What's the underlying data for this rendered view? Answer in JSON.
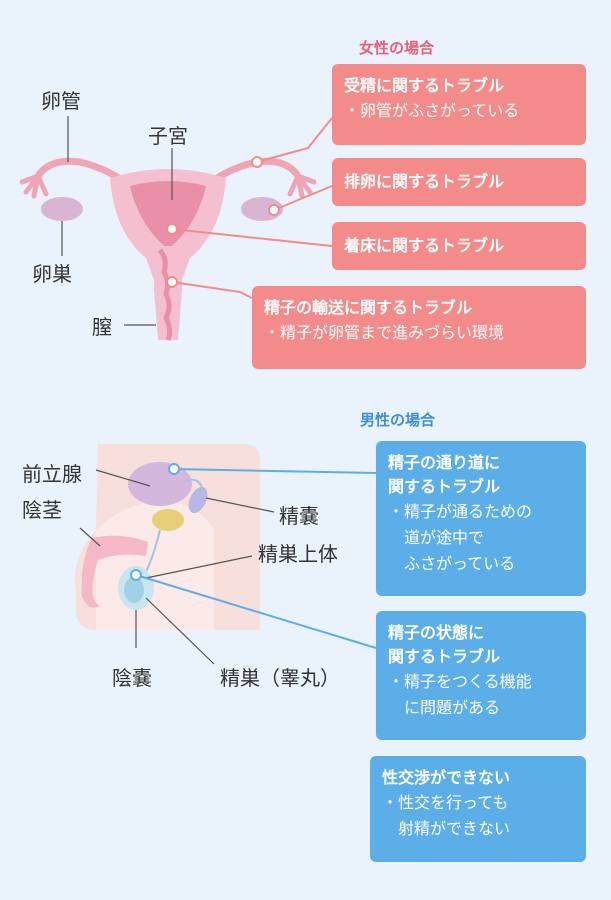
{
  "female": {
    "heading": "女性の場合",
    "labels": {
      "oviduct": "卵管",
      "uterus": "子宮",
      "ovary": "卵巣",
      "vagina": "膣"
    },
    "boxes": [
      {
        "title": "受精に関するトラブル",
        "detail": "・卵管がふさがっている"
      },
      {
        "title": "排卵に関するトラブル",
        "detail": ""
      },
      {
        "title": "着床に関するトラブル",
        "detail": ""
      },
      {
        "title": "精子の輸送に関するトラブル",
        "detail": "・精子が卵管まで進みづらい環境"
      }
    ]
  },
  "male": {
    "heading": "男性の場合",
    "labels": {
      "prostate": "前立腺",
      "penis": "陰茎",
      "seminal_vesicle": "精嚢",
      "epididymis": "精巣上体",
      "scrotum": "陰嚢",
      "testis": "精巣（睾丸）"
    },
    "boxes": [
      {
        "title": "精子の通り道に\n関するトラブル",
        "detail": "・精子が通るための\n　道が途中で\n　ふさがっている"
      },
      {
        "title": "精子の状態に\n関するトラブル",
        "detail": "・精子をつくる機能\n　に問題がある"
      },
      {
        "title": "性交渉ができない",
        "detail": "・性交を行っても\n　射精ができない"
      }
    ]
  },
  "colors": {
    "female_accent": "#e8607a",
    "female_box": "#f48b8b",
    "male_accent": "#3f8ed8",
    "male_box": "#5caee8"
  }
}
